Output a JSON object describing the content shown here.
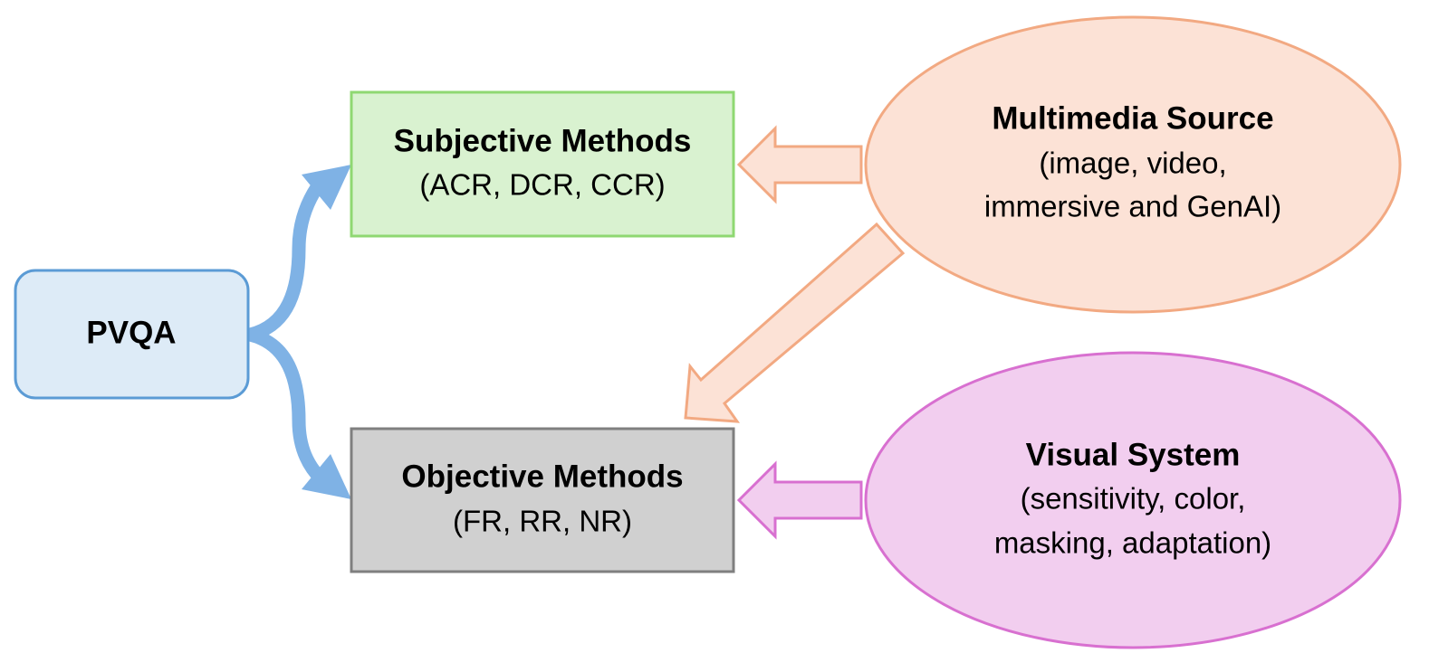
{
  "nodes": {
    "pvqa": {
      "title": "PVQA"
    },
    "subjective": {
      "title": "Subjective Methods",
      "subtitle": "(ACR, DCR, CCR)"
    },
    "objective": {
      "title": "Objective Methods",
      "subtitle": "(FR, RR, NR)"
    },
    "multimedia": {
      "title": "Multimedia Source",
      "line2": "(image, video,",
      "line3": "immersive and GenAI)"
    },
    "visual": {
      "title": "Visual System",
      "line2": "(sensitivity, color,",
      "line3": "masking, adaptation)"
    }
  },
  "colors": {
    "pvqa_fill": "#DDEBF7",
    "pvqa_stroke": "#5B9BD5",
    "branch_arrow": "#7FB2E5",
    "subjective_fill": "#D9F2D0",
    "subjective_stroke": "#8FD872",
    "objective_fill": "#D0D0D0",
    "objective_stroke": "#7F7F7F",
    "multimedia_fill": "#FCE2D6",
    "multimedia_stroke": "#F2A982",
    "visual_fill": "#F2CEEF",
    "visual_stroke": "#D870D0"
  }
}
